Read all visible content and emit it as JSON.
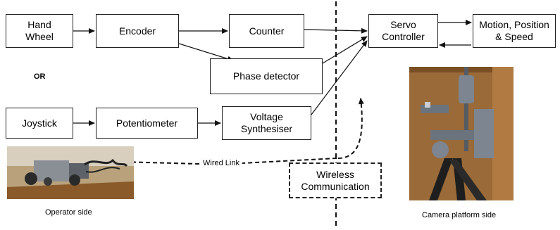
{
  "blocks": {
    "hand_wheel": "Hand\nWheel",
    "encoder": "Encoder",
    "counter": "Counter",
    "phase_detector": "Phase detector",
    "servo_controller": "Servo\nController",
    "motion": "Motion, Position\n& Speed",
    "joystick": "Joystick",
    "potentiometer": "Potentiometer",
    "voltage_synth": "Voltage\nSynthesiser",
    "wireless": "Wireless\nCommunication"
  },
  "labels": {
    "or": "OR",
    "wired_link": "Wired Link",
    "operator_side": "Operator side",
    "camera_side": "Camera platform side"
  },
  "photos": {
    "operator": "operator-console-photo",
    "camera": "camera-tripod-photo"
  },
  "colors": {
    "line": "#111111",
    "arrow_accent": "#cc1111",
    "wood": "#8a5a2b",
    "metal": "#7d8590"
  }
}
